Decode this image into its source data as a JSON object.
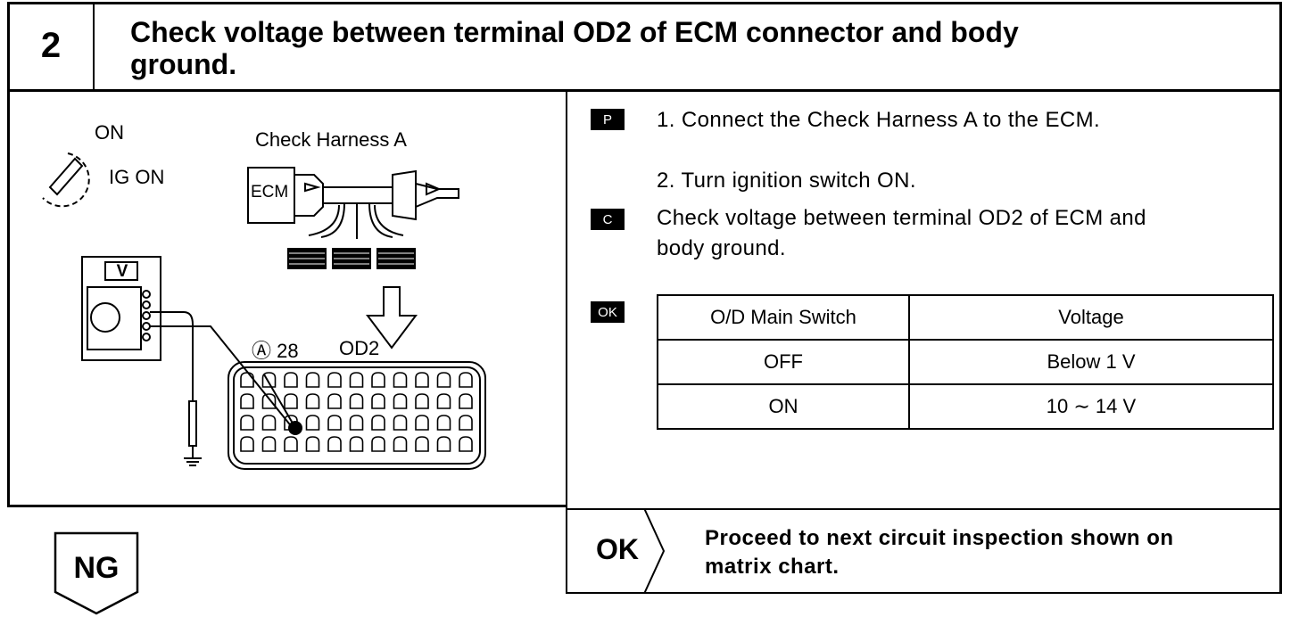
{
  "step": {
    "number": "2",
    "title_line1": "Check voltage between terminal OD2 of ECM connector and body",
    "title_line2": "ground."
  },
  "illustration": {
    "switch_on_label": "ON",
    "ig_on_label": "IG ON",
    "harness_label": "Check Harness A",
    "ecm_label": "ECM",
    "meter_label": "V",
    "terminal_label": "Ⓐ 28",
    "od2_label": "OD2"
  },
  "instructions": {
    "prep_icon": "P",
    "prep_step1": "1.  Connect the Check Harness A to the ECM.",
    "prep_step2": "2.  Turn ignition switch ON.",
    "check_icon": "C",
    "check_line1": "Check voltage between terminal OD2 of ECM and",
    "check_line2": "body ground.",
    "ok_icon": "OK"
  },
  "spec_table": {
    "headers": [
      "O/D Main Switch",
      "Voltage"
    ],
    "rows": [
      [
        "OFF",
        "Below 1 V"
      ],
      [
        "ON",
        "10 ∼ 14 V"
      ]
    ]
  },
  "result": {
    "ok_label": "OK",
    "ok_line1": "Proceed to next circuit inspection shown on",
    "ok_line2": "matrix chart.",
    "ng_label": "NG"
  }
}
